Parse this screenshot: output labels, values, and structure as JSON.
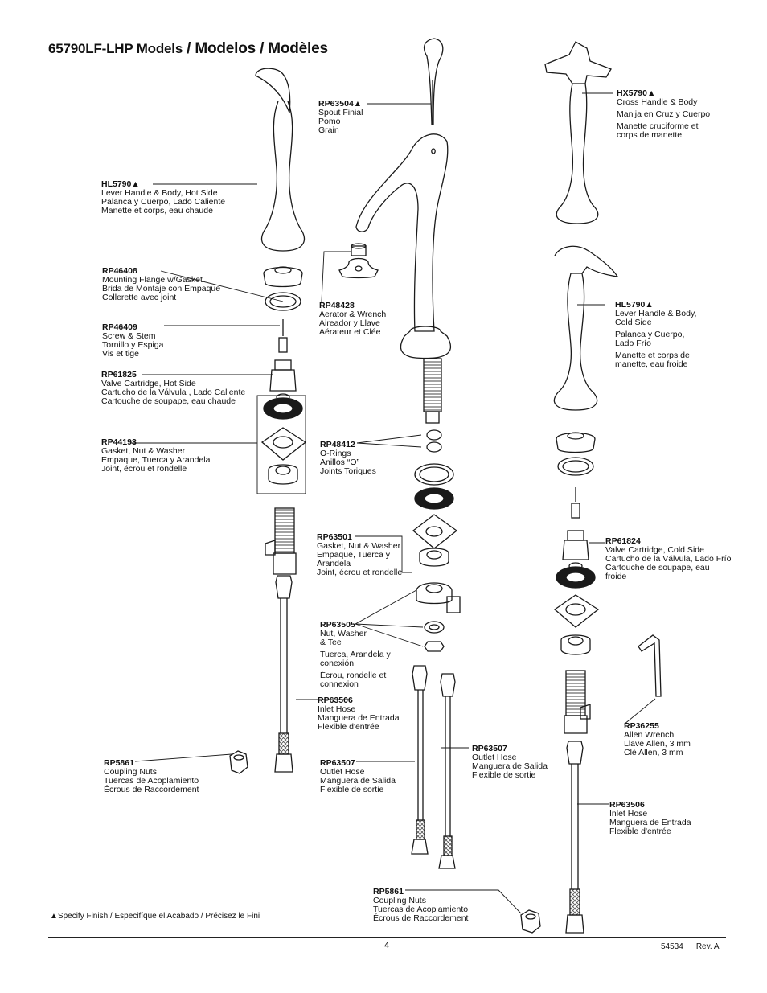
{
  "header": {
    "title_model": "65790LF-LHP Models",
    "title_rest": " / Modelos / Modèles"
  },
  "callouts": [
    {
      "id": "rp63504",
      "code": "RP63504▲",
      "lines": [
        "Spout Finial",
        "Pomo",
        "Grain"
      ]
    },
    {
      "id": "hx5790",
      "code": "HX5790▲",
      "lines": [
        "Cross Handle & Body",
        "",
        "Manija en Cruz y Cuerpo",
        "",
        "Manette cruciforme et",
        "corps de manette"
      ]
    },
    {
      "id": "hl5790-hot",
      "code": "HL5790▲",
      "lines": [
        "Lever Handle & Body, Hot Side",
        "Palanca y Cuerpo, Lado Caliente",
        "Manette et corps, eau chaude"
      ]
    },
    {
      "id": "rp46408",
      "code": "RP46408",
      "lines": [
        "Mounting Flange w/Gasket",
        "Brida de Montaje con Empaque",
        "Collerette avec joint"
      ]
    },
    {
      "id": "rp48428",
      "code": "RP48428",
      "lines": [
        "Aerator & Wrench",
        "Aireador y Llave",
        "Aérateur et Clée"
      ]
    },
    {
      "id": "hl5790-cold",
      "code": "HL5790▲",
      "lines": [
        "Lever Handle & Body,",
        "Cold Side",
        "",
        "Palanca y Cuerpo,",
        "Lado Frío",
        "",
        "Manette et corps de",
        "manette, eau froide"
      ]
    },
    {
      "id": "rp46409",
      "code": "RP46409",
      "lines": [
        "Screw & Stem",
        "Tornillo y Espiga",
        "Vis et tige"
      ]
    },
    {
      "id": "rp61825",
      "code": "RP61825",
      "lines": [
        "Valve Cartridge, Hot Side",
        "Cartucho de la Válvula , Lado Caliente",
        "Cartouche de soupape, eau chaude"
      ]
    },
    {
      "id": "rp44193",
      "code": "RP44193",
      "lines": [
        "Gasket, Nut & Washer",
        "Empaque, Tuerca y Arandela",
        "Joint, écrou et rondelle"
      ]
    },
    {
      "id": "rp48412",
      "code": "RP48412",
      "lines": [
        "O-Rings",
        "Anillos “O”",
        "Joints Toriques"
      ]
    },
    {
      "id": "rp63501",
      "code": "RP63501",
      "lines": [
        "Gasket, Nut & Washer",
        "Empaque, Tuerca y",
        "Arandela",
        "Joint, écrou et rondelle"
      ]
    },
    {
      "id": "rp61824",
      "code": "RP61824",
      "lines": [
        "Valve Cartridge, Cold Side",
        "Cartucho de la Válvula, Lado Frío",
        "Cartouche de soupape, eau",
        "froide"
      ]
    },
    {
      "id": "rp63505",
      "code": "RP63505",
      "lines": [
        "Nut, Washer",
        "& Tee",
        "",
        "Tuerca, Arandela y",
        "conexión",
        "",
        "Écrou, rondelle et",
        "connexion"
      ]
    },
    {
      "id": "rp63506-left",
      "code": "RP63506",
      "lines": [
        "Inlet Hose",
        "Manguera de Entrada",
        "Flexible d'entrée"
      ]
    },
    {
      "id": "rp36255",
      "code": "RP36255",
      "lines": [
        "Allen Wrench",
        "Llave Allen, 3 mm",
        "Clé Allen, 3 mm"
      ]
    },
    {
      "id": "rp63507-right",
      "code": "RP63507",
      "lines": [
        "Outlet Hose",
        "Manguera de Salida",
        "Flexible de sortie"
      ]
    },
    {
      "id": "rp5861-left",
      "code": "RP5861",
      "lines": [
        "Coupling Nuts",
        "Tuercas de Acoplamiento",
        "Écrous de Raccordement"
      ]
    },
    {
      "id": "rp63507-left",
      "code": "RP63507",
      "lines": [
        "Outlet Hose",
        "Manguera de Salida",
        "Flexible de sortie"
      ]
    },
    {
      "id": "rp63506-right",
      "code": "RP63506",
      "lines": [
        "Inlet Hose",
        "Manguera de Entrada",
        "Flexible d'entrée"
      ]
    },
    {
      "id": "rp5861-bottom",
      "code": "RP5861",
      "lines": [
        "Coupling Nuts",
        "Tuercas de Acoplamiento",
        "Écrous de Raccordement"
      ]
    }
  ],
  "footer": {
    "footnote": "▲Specify Finish / Especifíque el Acabado / Précisez le Fini",
    "page_number": "4",
    "doc_number": "54534",
    "revision": "Rev. A"
  }
}
